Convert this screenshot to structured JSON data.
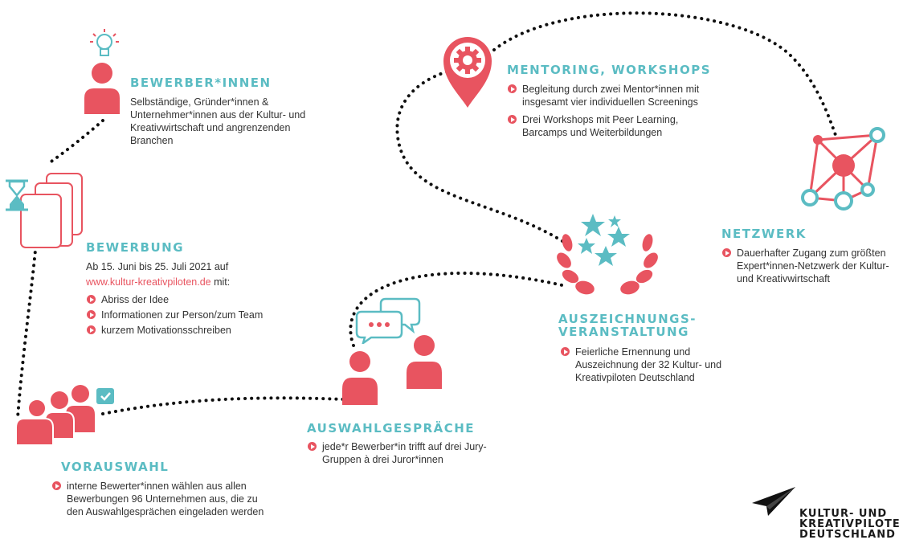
{
  "colors": {
    "accent_red": "#e85460",
    "accent_teal": "#5bbcc3",
    "text": "#333333"
  },
  "steps": {
    "bewerber": {
      "title": "BEWERBER*INNEN",
      "text": "Selbständige, Gründer*innen & Unternehmer*innen aus der Kultur- und Kreativwirtschaft und angrenzenden Branchen"
    },
    "bewerbung": {
      "title": "BEWERBUNG",
      "line1": "Ab 15. Juni bis 25. Juli 2021 auf",
      "link": "www.kultur-kreativpiloten.de",
      "link_suffix": " mit:",
      "items": [
        "Abriss der Idee",
        "Informationen zur Person/zum Team",
        "kurzem Motivationsschreiben"
      ]
    },
    "vorauswahl": {
      "title": "VORAUSWAHL",
      "items": [
        "interne Bewerter*innen wählen aus allen Bewerbungen 96 Unternehmen aus, die zu den Auswahlgesprächen eingeladen werden"
      ]
    },
    "auswahl": {
      "title": "AUSWAHLGESPRÄCHE",
      "items": [
        "jede*r Bewerber*in trifft auf drei Jury-Gruppen à drei Juror*innen"
      ]
    },
    "auszeichnung": {
      "title_line1": "AUSZEICHNUNGS-",
      "title_line2": "VERANSTALTUNG",
      "items": [
        "Feierliche Ernennung und Auszeichnung der 32 Kultur- und Kreativpiloten Deutschland"
      ]
    },
    "mentoring": {
      "title": "MENTORING, WORKSHOPS",
      "items": [
        "Begleitung durch zwei Mentor*innen mit insgesamt vier individuellen Screenings",
        "Drei Workshops mit Peer Learning, Barcamps und Weiterbildungen"
      ]
    },
    "netzwerk": {
      "title": "NETZWERK",
      "items": [
        "Dauerhafter Zugang zum größten Expert*innen-Netzwerk der Kultur- und Kreativwirtschaft"
      ]
    }
  },
  "logo": {
    "line1": "KULTUR- UND",
    "line2": "KREATIVPILOTEN",
    "line3": "DEUTSCHLAND"
  },
  "icons": [
    "lightbulb-icon",
    "person-icon",
    "hourglass-icon",
    "documents-icon",
    "group-icon",
    "checkmark-icon",
    "chat-bubbles-icon",
    "two-persons-icon",
    "laurel-stars-icon",
    "map-pin-gear-icon",
    "network-icon",
    "paper-plane-logo-icon"
  ]
}
